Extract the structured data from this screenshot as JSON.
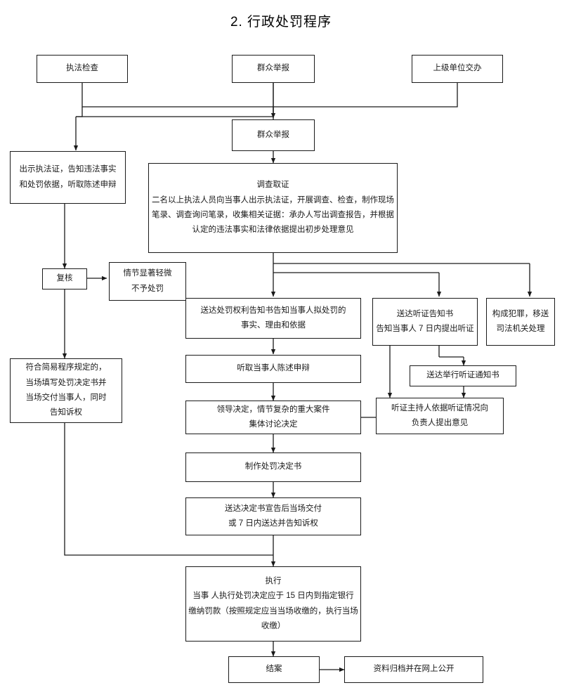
{
  "title": "2. 行政处罚程序",
  "theme": {
    "line": "#1a1a1a",
    "box_border": "#1a1a1a",
    "box_fill": "#ffffff",
    "text": "#1a1a1a"
  },
  "nodes": {
    "enforcement_check": {
      "lines": [
        "执法检查"
      ]
    },
    "public_report_top": {
      "lines": [
        "群众举报"
      ]
    },
    "superior_assign": {
      "lines": [
        "上级单位交办"
      ]
    },
    "public_report_second": {
      "lines": [
        "群众举报"
      ]
    },
    "show_credentials": {
      "lines": [
        "出示执法证，告知违法事实",
        "和处罚依据，听取陈述申辩"
      ]
    },
    "investigation": {
      "lines": [
        "调查取证",
        "二名以上执法人员向当事人出示执法证，开展调查、检查，制作现场",
        "笔录、调查询问笔录，收集相关证据：承办人写出调查报告，并根据",
        "认定的违法事实和法律依据提出初步处理意见"
      ]
    },
    "review": {
      "lines": [
        "复核"
      ]
    },
    "minor_no_penalty": {
      "lines": [
        "情节显著轻微",
        "不予处罚"
      ]
    },
    "serve_rights_notice": {
      "lines": [
        "送达处罚权利告知书告知当事人拟处罚的",
        "事实、理由和依据"
      ]
    },
    "hearing_notice": {
      "lines": [
        "送达听证告知书",
        "告知当事人 7 日内提出听证"
      ]
    },
    "criminal_transfer": {
      "lines": [
        "构成犯罪，移送",
        "司法机关处理"
      ]
    },
    "hear_statement": {
      "lines": [
        "听取当事人陈述申辩"
      ]
    },
    "serve_hearing_convene": {
      "lines": [
        "送达举行听证通知书"
      ]
    },
    "leader_decision": {
      "lines": [
        "领导决定，情节复杂的重大案件",
        "集体讨论决定"
      ]
    },
    "hearing_host_opinion": {
      "lines": [
        "听证主持人依据听证情况向",
        "负责人提出意见"
      ]
    },
    "make_decision_doc": {
      "lines": [
        "制作处罚决定书"
      ]
    },
    "simple_procedure": {
      "lines": [
        "符合简易程序规定的，",
        "当场填写处罚决定书并",
        "当场交付当事人，同时",
        "告知诉权"
      ]
    },
    "serve_decision_doc": {
      "lines": [
        "送达决定书宣告后当场交付",
        "或 7 日内送达并告知诉权"
      ]
    },
    "execution": {
      "lines": [
        "执行",
        "当事 人执行处罚决定应于 15 日内到指定银行",
        "缴纳罚款（按照规定应当当场收缴的，执行当场",
        "收缴）"
      ]
    },
    "case_closed": {
      "lines": [
        "结案"
      ]
    },
    "archive_publish": {
      "lines": [
        "资料归档并在网上公开"
      ]
    }
  }
}
